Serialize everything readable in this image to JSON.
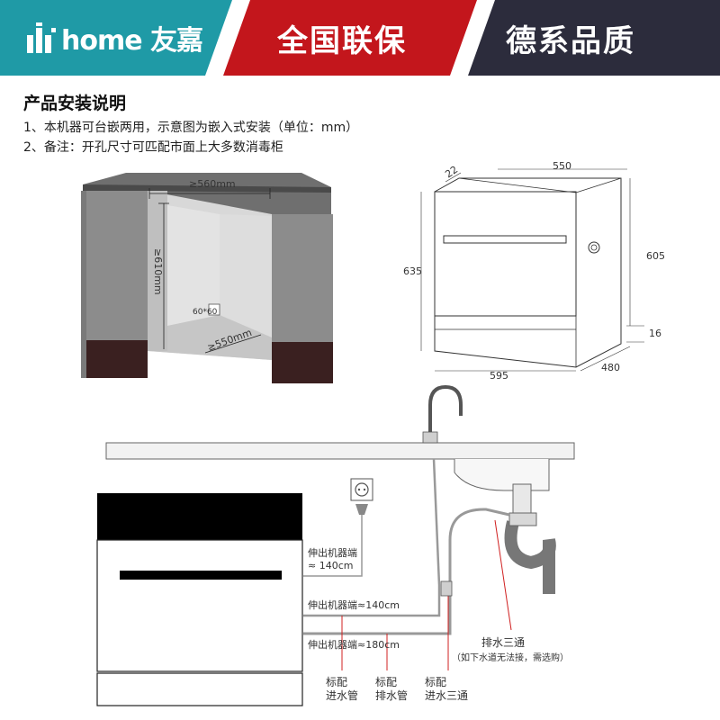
{
  "header": {
    "brand": "home 友嘉",
    "slogan_1": "全国联保",
    "slogan_2": "德系品质",
    "colors": {
      "teal": "#1f9aa6",
      "red": "#c3161c",
      "dark": "#2a2a3a"
    }
  },
  "intro": {
    "title": "产品安装说明",
    "note_1": "1、本机器可台嵌两用，示意图为嵌入式安装（单位：mm）",
    "note_2": "2、备注：开孔尺寸可匹配市面上大多数消毒柜"
  },
  "cabinet_diagram": {
    "width_label": "≥560mm",
    "height_label": "≥610mm",
    "depth_label": "≥550mm",
    "hole_label": "60*60"
  },
  "dimensions_diagram": {
    "top_width": "550",
    "top_depth": "22",
    "total_height": "635",
    "body_height": "605",
    "base_height": "16",
    "front_width": "595",
    "side_depth": "480"
  },
  "plumbing_diagram": {
    "power_label": "伸出机器端",
    "power_length": "≈ 140cm",
    "inlet_label": "伸出机器端≈140cm",
    "drain_label": "伸出机器端≈180cm",
    "tee_label": "排水三通",
    "tee_note": "（如下水道无法接，需选购）",
    "std_inlet_1": "标配",
    "std_inlet_2": "进水管",
    "std_drain_1": "标配",
    "std_drain_2": "排水管",
    "std_tee_1": "标配",
    "std_tee_2": "进水三通"
  }
}
